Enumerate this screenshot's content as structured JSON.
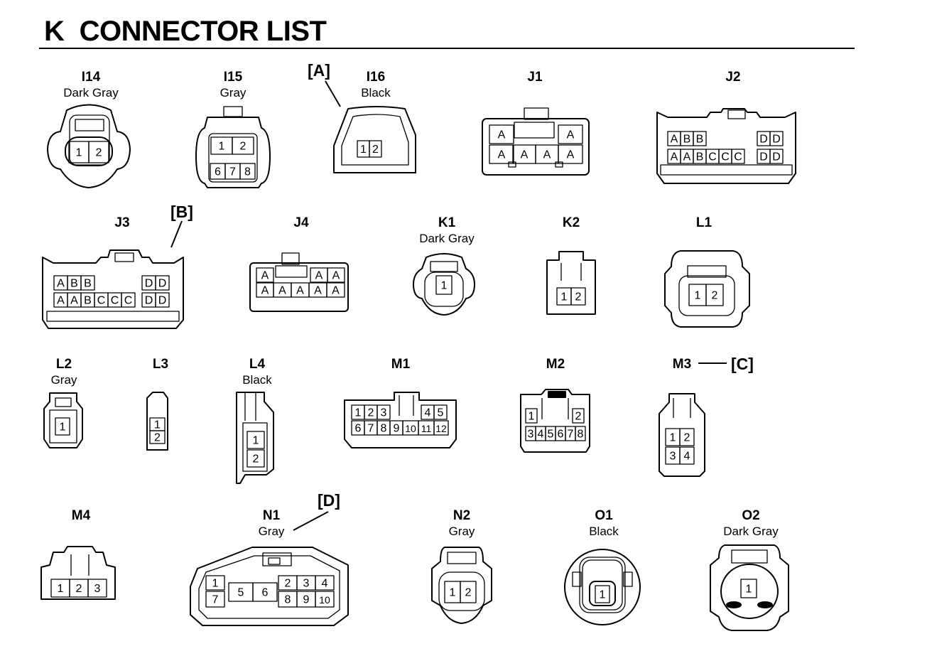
{
  "title": "K  CONNECTOR LIST",
  "callouts": {
    "a": "[A]",
    "b": "[B]",
    "c": "[C]",
    "d": "[D]"
  },
  "connectors": {
    "i14": {
      "code": "I14",
      "color": "Dark Gray"
    },
    "i15": {
      "code": "I15",
      "color": "Gray"
    },
    "i16": {
      "code": "I16",
      "color": "Black"
    },
    "j1": {
      "code": "J1"
    },
    "j2": {
      "code": "J2"
    },
    "j3": {
      "code": "J3"
    },
    "j4": {
      "code": "J4"
    },
    "k1": {
      "code": "K1",
      "color": "Dark Gray"
    },
    "k2": {
      "code": "K2"
    },
    "l1": {
      "code": "L1"
    },
    "l2": {
      "code": "L2",
      "color": "Gray"
    },
    "l3": {
      "code": "L3"
    },
    "l4": {
      "code": "L4",
      "color": "Black"
    },
    "m1": {
      "code": "M1"
    },
    "m2": {
      "code": "M2"
    },
    "m3": {
      "code": "M3"
    },
    "m4": {
      "code": "M4"
    },
    "n1": {
      "code": "N1",
      "color": "Gray"
    },
    "n2": {
      "code": "N2",
      "color": "Gray"
    },
    "o1": {
      "code": "O1",
      "color": "Black"
    },
    "o2": {
      "code": "O2",
      "color": "Dark Gray"
    }
  },
  "pins": {
    "i14": [
      "1",
      "2"
    ],
    "i15": [
      "1",
      "2",
      "6",
      "7",
      "8"
    ],
    "i16": [
      "1",
      "2"
    ],
    "j1": [
      "A",
      "A",
      "A",
      "A",
      "A",
      "A"
    ],
    "j2": [
      "A",
      "B",
      "B",
      "D",
      "D",
      "A",
      "A",
      "B",
      "C",
      "C",
      "C",
      "D",
      "D"
    ],
    "j3": [
      "A",
      "B",
      "B",
      "D",
      "D",
      "A",
      "A",
      "B",
      "C",
      "C",
      "C",
      "D",
      "D"
    ],
    "j4": [
      "A",
      "A",
      "A",
      "A",
      "A",
      "A",
      "A",
      "A",
      "A"
    ],
    "k1": [
      "1"
    ],
    "k2": [
      "1",
      "2"
    ],
    "l1": [
      "1",
      "2"
    ],
    "l2": [
      "1"
    ],
    "l3": [
      "1",
      "2"
    ],
    "l4": [
      "1",
      "2"
    ],
    "m1": [
      "1",
      "2",
      "3",
      "4",
      "5",
      "6",
      "7",
      "8",
      "9",
      "10",
      "11",
      "12"
    ],
    "m2": [
      "1",
      "2",
      "3",
      "4",
      "5",
      "6",
      "7",
      "8"
    ],
    "m3": [
      "1",
      "2",
      "3",
      "4"
    ],
    "m4": [
      "1",
      "2",
      "3"
    ],
    "n1": [
      "1",
      "7",
      "5",
      "6",
      "2",
      "3",
      "4",
      "8",
      "9",
      "10"
    ],
    "n2": [
      "1",
      "2"
    ],
    "o1": [
      "1"
    ],
    "o2": [
      "1"
    ]
  }
}
